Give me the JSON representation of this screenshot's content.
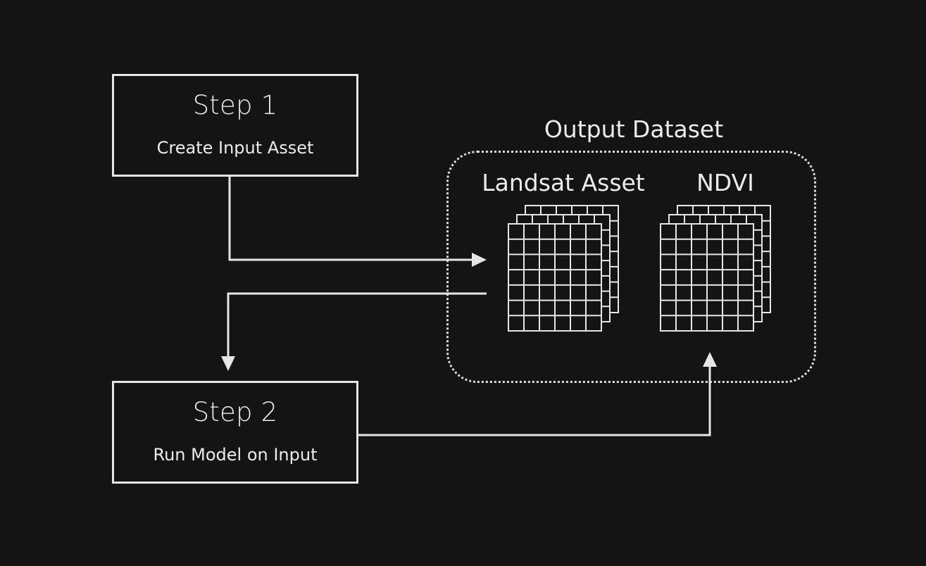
{
  "step1": {
    "title": "Step 1",
    "subtitle": "Create Input Asset"
  },
  "step2": {
    "title": "Step 2",
    "subtitle": "Run Model on Input"
  },
  "dataset": {
    "label": "Output Dataset",
    "layers": [
      {
        "name": "Landsat Asset"
      },
      {
        "name": "NDVI"
      }
    ]
  },
  "colors": {
    "background": "#141414",
    "stroke": "#e6e6e6"
  },
  "icons": [
    "raster-grid-stack-icon",
    "arrow-right-icon",
    "arrow-down-icon",
    "arrow-up-icon"
  ]
}
